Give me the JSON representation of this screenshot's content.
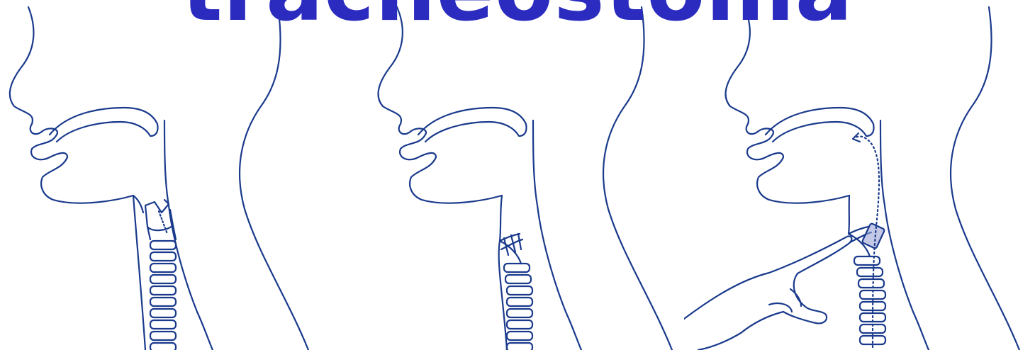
{
  "title": "tracheostoma",
  "colors": {
    "line": "#1a3a8c",
    "title": "#2b2bbf",
    "valve_fill": "#9aa3d6",
    "background": "#ffffff"
  },
  "panels": [
    {
      "stage": "laryngectomy-neck-with-open-trachea"
    },
    {
      "stage": "tracheostoma-formed"
    },
    {
      "stage": "finger-occludes-stoma-airflow-to-mouth"
    }
  ]
}
